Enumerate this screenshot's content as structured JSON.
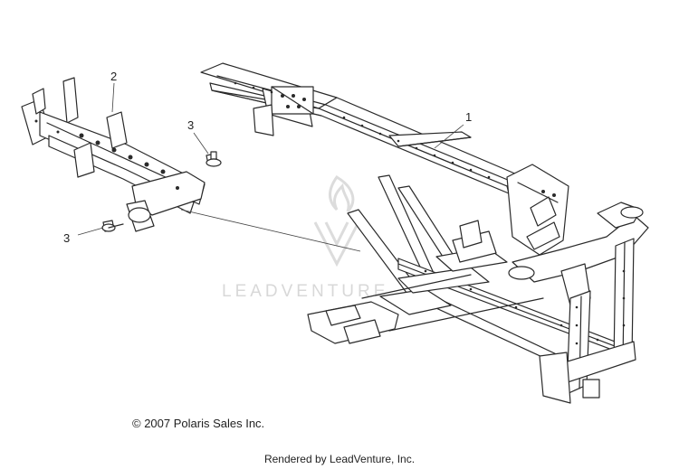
{
  "callouts": {
    "frame": "1",
    "crossmember": "2",
    "bolt_upper": "3",
    "bolt_lower": "3"
  },
  "watermark": "LEADVENTURE",
  "copyright": "© 2007 Polaris Sales Inc.",
  "rendered_by": "Rendered by LeadVenture, Inc."
}
